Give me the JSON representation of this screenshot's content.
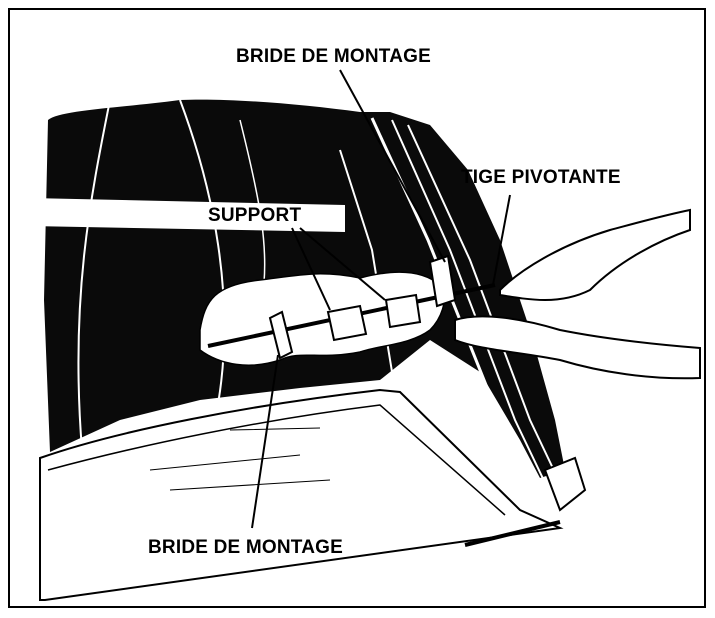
{
  "labels": {
    "top_bride": "BRIDE DE MONTAGE",
    "tige": "TIGE PIVOTANTE",
    "support": "SUPPORT",
    "bottom_bride": "BRIDE DE MONTAGE"
  },
  "colors": {
    "ink": "#000000",
    "paper": "#ffffff",
    "panel": "#0a0a0a",
    "highlight": "#f2f2f2"
  }
}
